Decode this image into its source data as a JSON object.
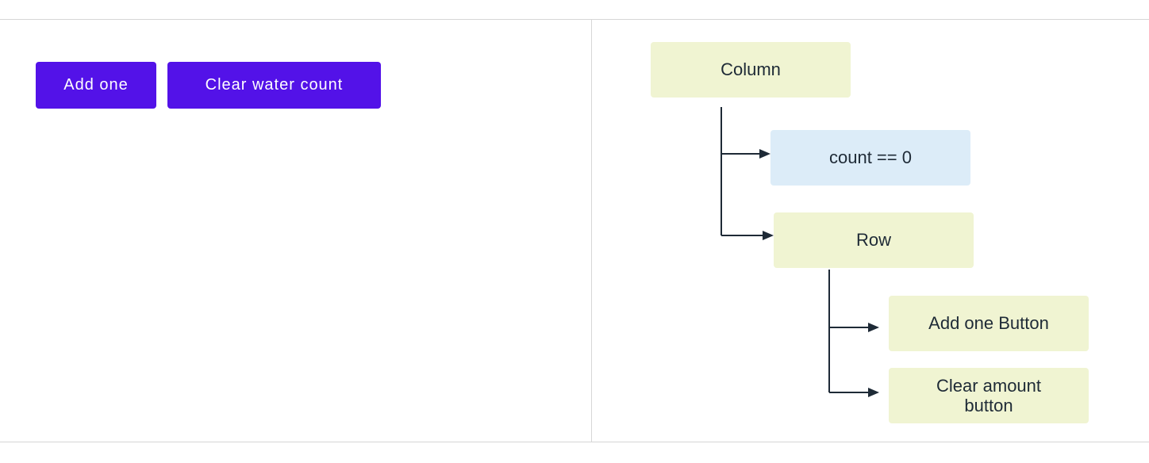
{
  "app": {
    "add_button_label": "Add one",
    "clear_button_label": "Clear water count",
    "button_color": "#5312e8"
  },
  "tree": {
    "column_label": "Column",
    "condition_label": "count == 0",
    "row_label": "Row",
    "add_one_button_label": "Add one Button",
    "clear_amount_button_label_line1": "Clear amount",
    "clear_amount_button_label_line2": "button",
    "node_color_layout": "#f0f4d2",
    "node_color_condition": "#dcecf8",
    "connector_color": "#1e2a36"
  }
}
